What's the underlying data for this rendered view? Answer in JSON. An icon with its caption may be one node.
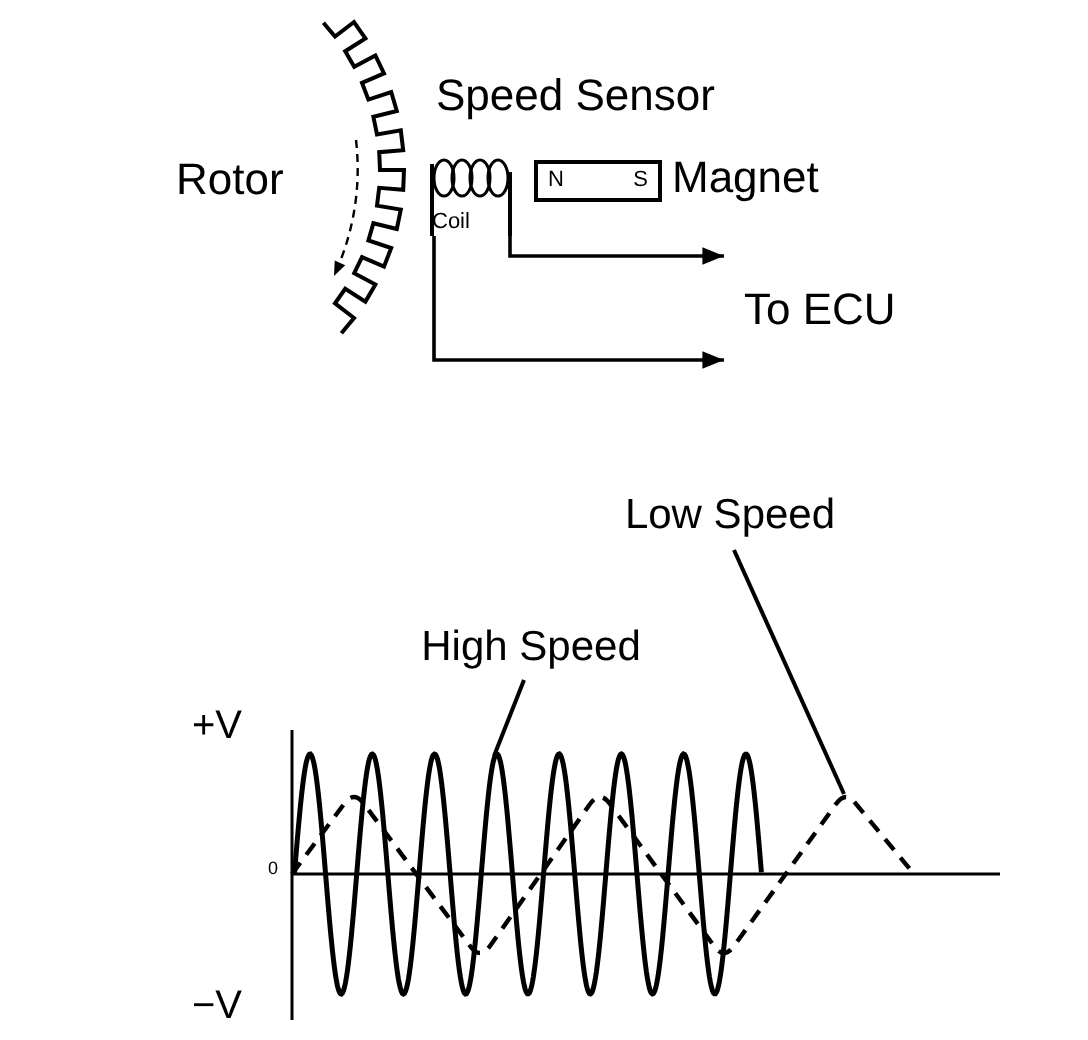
{
  "diagram": {
    "nodes": [
      {
        "text": [
          "Coil"
        ]
      },
      {
        "text": [
          "N",
          "S"
        ],
        "beside": [
          "Magnet"
        ]
      },
      {
        "text": [
          "To ECU"
        ]
      },
      {
        "text": [
          "High Speed"
        ]
      },
      {
        "text": [
          "Low Speed"
        ]
      },
      {
        "text": [],
        "shape": "wave"
      },
      {
        "text": [],
        "shape": "wave"
      }
    ],
    "edges": [
      {
        "from": 0,
        "to": 2,
        "arrow": "to"
      },
      {
        "from": 0,
        "to": 2,
        "arrow": "to"
      },
      {
        "from": 3,
        "to": 5,
        "arrow": "none"
      },
      {
        "from": 4,
        "to": 6,
        "arrow": "none"
      }
    ],
    "labels": [
      "Speed Sensor",
      "Rotor",
      "+V",
      "0",
      "−V"
    ]
  }
}
